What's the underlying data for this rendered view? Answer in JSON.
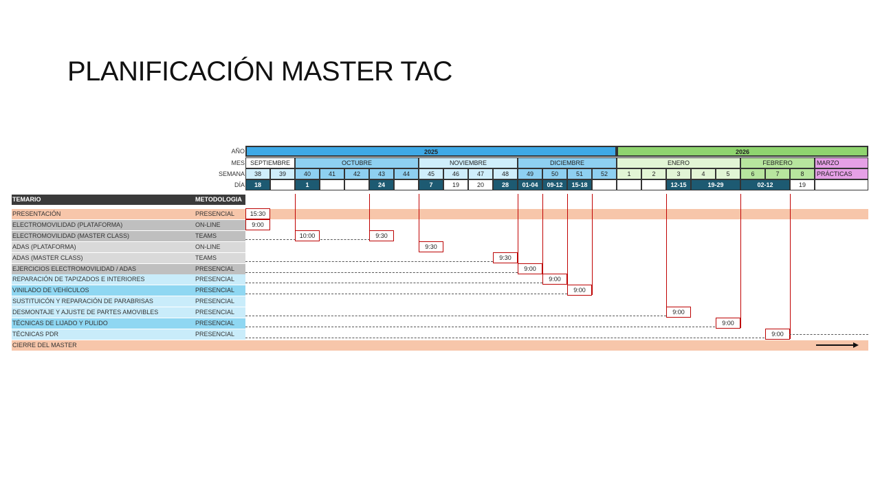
{
  "title": "PLANIFICACIÓN MASTER TAC",
  "header_labels": {
    "year": "AÑO",
    "month": "MES",
    "week": "SEMANA",
    "day": "DÍA"
  },
  "years": [
    {
      "label": "2025",
      "color": "#3ea9e6"
    },
    {
      "label": "2026",
      "color": "#8fd46f"
    }
  ],
  "months": [
    {
      "label": "SEPTIEMBRE",
      "color": "#ffffff"
    },
    {
      "label": "OCTUBRE",
      "color": "#8ed0f1"
    },
    {
      "label": "NOVIEMBRE",
      "color": "#cfeefb"
    },
    {
      "label": "DICIEMBRE",
      "color": "#8ed0f1"
    },
    {
      "label": "ENERO",
      "color": "#e2f5d5"
    },
    {
      "label": "FEBRERO",
      "color": "#b7e59e"
    },
    {
      "label": "MARZO",
      "color": "#e5a0e6"
    }
  ],
  "weeks": [
    "38",
    "39",
    "40",
    "41",
    "42",
    "43",
    "44",
    "45",
    "46",
    "47",
    "48",
    "49",
    "50",
    "51",
    "52",
    "1",
    "2",
    "3",
    "4",
    "5",
    "6",
    "7",
    "8",
    "PRÁCTICAS"
  ],
  "days": [
    "18",
    "",
    "1",
    "",
    "",
    "24",
    "",
    "7",
    "19",
    "20",
    "28",
    "01-04",
    "09-12",
    "15-18",
    "",
    "",
    "",
    "12-15",
    "19-29",
    "",
    "02-12",
    "",
    "19",
    ""
  ],
  "table_header": {
    "topic": "TEMARIO",
    "method": "METODOLOGIA"
  },
  "rows": [
    {
      "topic": "PRESENTACIÓN",
      "method": "PRESENCIAL",
      "time": "15:30"
    },
    {
      "topic": "ELECTROMOVILIDAD (PLATAFORMA)",
      "method": "ON-LINE",
      "time": "9:00"
    },
    {
      "topic": "ELECTROMOVILIDAD (MASTER CLASS)",
      "method": "TEAMS",
      "time": "10:00",
      "time2": "9:30"
    },
    {
      "topic": "ADAS (PLATAFORMA)",
      "method": "ON-LINE",
      "time": "9:30"
    },
    {
      "topic": "ADAS (MASTER CLASS)",
      "method": "TEAMS",
      "time": "9:30"
    },
    {
      "topic": "EJERCICIOS ELECTROMOVILIDAD / ADAS",
      "method": "PRESENCIAL",
      "time": "9:00"
    },
    {
      "topic": "REPARACIÓN DE TAPIZADOS E INTERIORES",
      "method": "PRESENCIAL",
      "time": "9:00"
    },
    {
      "topic": "VINILADO DE VEHÍCULOS",
      "method": "PRESENCIAL",
      "time": "9:00"
    },
    {
      "topic": "SUSTITUICÓN Y REPARACIÓN DE PARABRISAS",
      "method": "PRESENCIAL",
      "time": ""
    },
    {
      "topic": "DESMONTAJE Y AJUSTE DE PARTES AMOVIBLES",
      "method": "PRESENCIAL",
      "time": "9:00"
    },
    {
      "topic": "TÉCNICAS DE LIJADO Y PULIDO",
      "method": "PRESENCIAL",
      "time": "9:00"
    },
    {
      "topic": "TÉCNICAS PDR",
      "method": "PRESENCIAL",
      "time": "9:00"
    },
    {
      "topic": "CIERRE DEL MASTER",
      "method": "",
      "time": ""
    }
  ],
  "colors": {
    "dark_day": "#1d5a72",
    "header_dark": "#3a3a3a",
    "salmon": "#f7c6aa",
    "grey_row": "#bfbfbf",
    "light_grey_row": "#d9d9d9",
    "light_blue_row": "#c9ecfa",
    "mid_blue_row": "#8fd7f2",
    "red_line": "#c00000"
  }
}
